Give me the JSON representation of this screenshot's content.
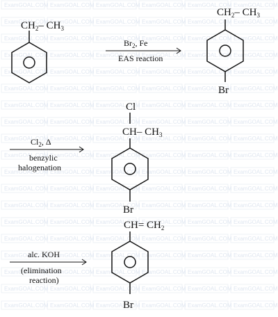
{
  "watermark": "ExamGOAL.COM",
  "colors": {
    "ink": "#111111",
    "watermark": "#dfe6f0"
  },
  "molecules": {
    "ethylbenzene": {
      "sub_main": "CH",
      "sub_idx": "2",
      "sub_end": "– CH",
      "sub_idx2": "3"
    },
    "bromoethylbenzene": {
      "sub_main": "CH",
      "sub_idx": "2",
      "sub_end": "– CH",
      "sub_idx2": "3",
      "para": "Br"
    },
    "chloro_product": {
      "top": "Cl",
      "sub_main": "CH– CH",
      "sub_idx": "3",
      "para": "Br"
    },
    "styrene_product": {
      "sub_main": "CH= CH",
      "sub_idx": "2",
      "para": "Br"
    }
  },
  "steps": [
    {
      "reagent_main": "Br",
      "reagent_sub": "2",
      "reagent_rest": ", Fe",
      "line2": "EAS reaction"
    },
    {
      "reagent_main": "Cl",
      "reagent_sub": "2",
      "reagent_rest": ", Δ",
      "line2": "benzylic",
      "line3": "halogenation"
    },
    {
      "reagent_main": "alc. KOH",
      "line2": "(elimination",
      "line3": "reaction)"
    }
  ]
}
